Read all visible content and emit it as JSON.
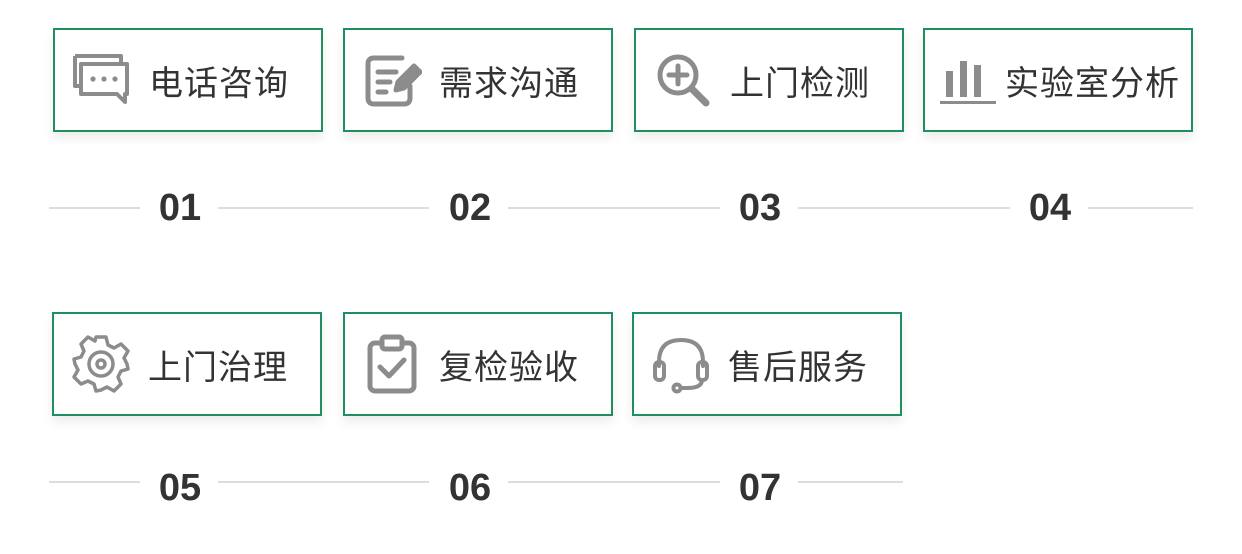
{
  "accent_color": "#1f8f5f",
  "icon_color": "#8c8c8c",
  "steps": [
    {
      "number": "01",
      "label": "电话咨询",
      "icon": "chat-bubbles-icon"
    },
    {
      "number": "02",
      "label": "需求沟通",
      "icon": "edit-document-icon"
    },
    {
      "number": "03",
      "label": "上门检测",
      "icon": "zoom-in-icon"
    },
    {
      "number": "04",
      "label": "实验室分析",
      "icon": "bar-chart-icon"
    },
    {
      "number": "05",
      "label": "上门治理",
      "icon": "gear-icon"
    },
    {
      "number": "06",
      "label": "复检验收",
      "icon": "clipboard-check-icon"
    },
    {
      "number": "07",
      "label": "售后服务",
      "icon": "headset-icon"
    }
  ]
}
